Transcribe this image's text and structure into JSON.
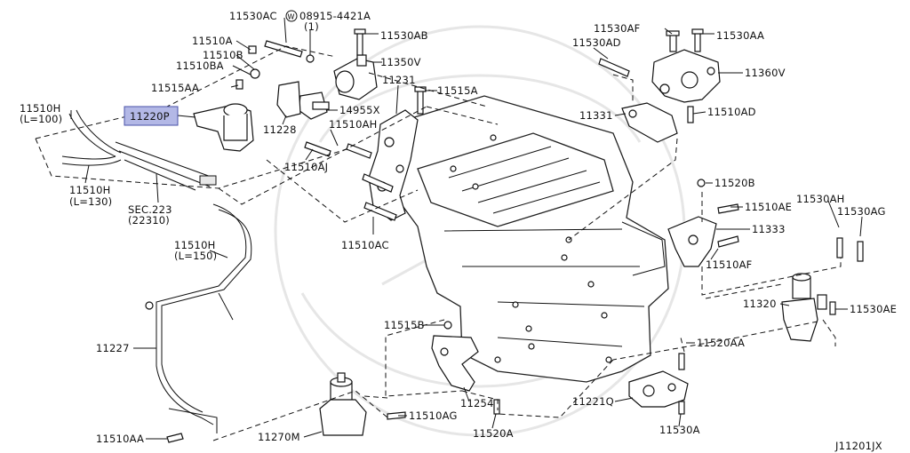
{
  "diagram": {
    "figure_code": "J11201JX",
    "highlighted_part": "11220P",
    "callouts": {
      "c11530AC": "11530AC",
      "c08915": "08915-4421A",
      "c08915_qty": "(1)",
      "c11530AB": "11530AB",
      "c11510A": "11510A",
      "c11350V": "11350V",
      "c11510B": "11510B",
      "c11510BA": "11510BA",
      "c11515AA": "11515AA",
      "c11231": "11231",
      "c11515A": "11515A",
      "c11510H_100": "11510H",
      "c11510H_100_len": "(L=100)",
      "c11220P": "11220P",
      "c14955X": "14955X",
      "c11228": "11228",
      "c11510AH": "11510AH",
      "c11510AJ": "11510AJ",
      "c11510H_130": "11510H",
      "c11510H_130_len": "(L=130)",
      "cSEC223": "SEC.223",
      "cSEC223_sub": "(22310)",
      "c11510AC": "11510AC",
      "c11510H_150": "11510H",
      "c11510H_150_len": "(L=150)",
      "c11227": "11227",
      "c11510AA": "11510AA",
      "c11270M": "11270M",
      "c11510AG": "11510AG",
      "c11515B": "11515B",
      "c11254": "11254",
      "c11520A": "11520A",
      "c11530AF": "11530AF",
      "c11530AD": "11530AD",
      "c11530AA": "11530AA",
      "c11360V": "11360V",
      "c11331": "11331",
      "c11510AD": "11510AD",
      "c11520B": "11520B",
      "c11510AE": "11510AE",
      "c11333": "11333",
      "c11510AF": "11510AF",
      "c11530AH": "11530AH",
      "c11530AG": "11530AG",
      "c11320": "11320",
      "c11530AE": "11530AE",
      "c11520AA": "11520AA",
      "c11221Q": "11221Q",
      "c11530A": "11530A"
    }
  }
}
